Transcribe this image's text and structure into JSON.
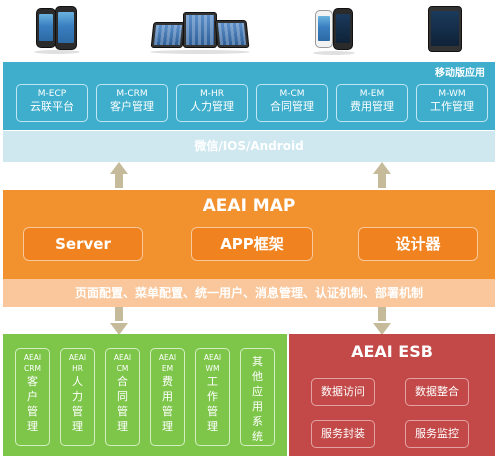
{
  "mobile": {
    "title": "移动版应用",
    "apps": [
      {
        "code": "M-ECP",
        "name": "云联平台"
      },
      {
        "code": "M-CRM",
        "name": "客户管理"
      },
      {
        "code": "M-HR",
        "name": "人力管理"
      },
      {
        "code": "M-CM",
        "name": "合同管理"
      },
      {
        "code": "M-EM",
        "name": "费用管理"
      },
      {
        "code": "M-WM",
        "name": "工作管理"
      }
    ],
    "platforms": "微信/IOS/Android"
  },
  "map": {
    "title": "AEAI MAP",
    "modules": [
      "Server",
      "APP框架",
      "设计器"
    ],
    "features": "页面配置、菜单配置、统一用户、消息管理、认证机制、部署机制"
  },
  "apps": [
    {
      "code": [
        "AEAI",
        "CRM"
      ],
      "name": [
        "客",
        "户",
        "管",
        "理"
      ]
    },
    {
      "code": [
        "AEAI",
        "HR"
      ],
      "name": [
        "人",
        "力",
        "管",
        "理"
      ]
    },
    {
      "code": [
        "AEAI",
        "CM"
      ],
      "name": [
        "合",
        "同",
        "管",
        "理"
      ]
    },
    {
      "code": [
        "AEAI",
        "EM"
      ],
      "name": [
        "费",
        "用",
        "管",
        "理"
      ]
    },
    {
      "code": [
        "AEAI",
        "WM"
      ],
      "name": [
        "工",
        "作",
        "管",
        "理"
      ]
    },
    {
      "code": [],
      "name": [
        "其",
        "他",
        "应",
        "用",
        "系",
        "统"
      ]
    }
  ],
  "esb": {
    "title": "AEAI ESB",
    "buttons": [
      "数据访问",
      "数据整合",
      "服务封装",
      "服务监控"
    ]
  },
  "colors": {
    "mobile_band": "#3eaecc",
    "platform_band": "#cfe8f0",
    "map_block": "#f2922e",
    "config_band": "#f9c79b",
    "apps_block": "#7ec64a",
    "esb_block": "#c34848",
    "arrow": "#c5bb9a"
  },
  "devices": [
    "phone-icon",
    "phone-icon",
    "tablet-icon",
    "tablet-icon",
    "tablet-icon",
    "phone-icon",
    "phone-icon",
    "tablet-icon"
  ]
}
